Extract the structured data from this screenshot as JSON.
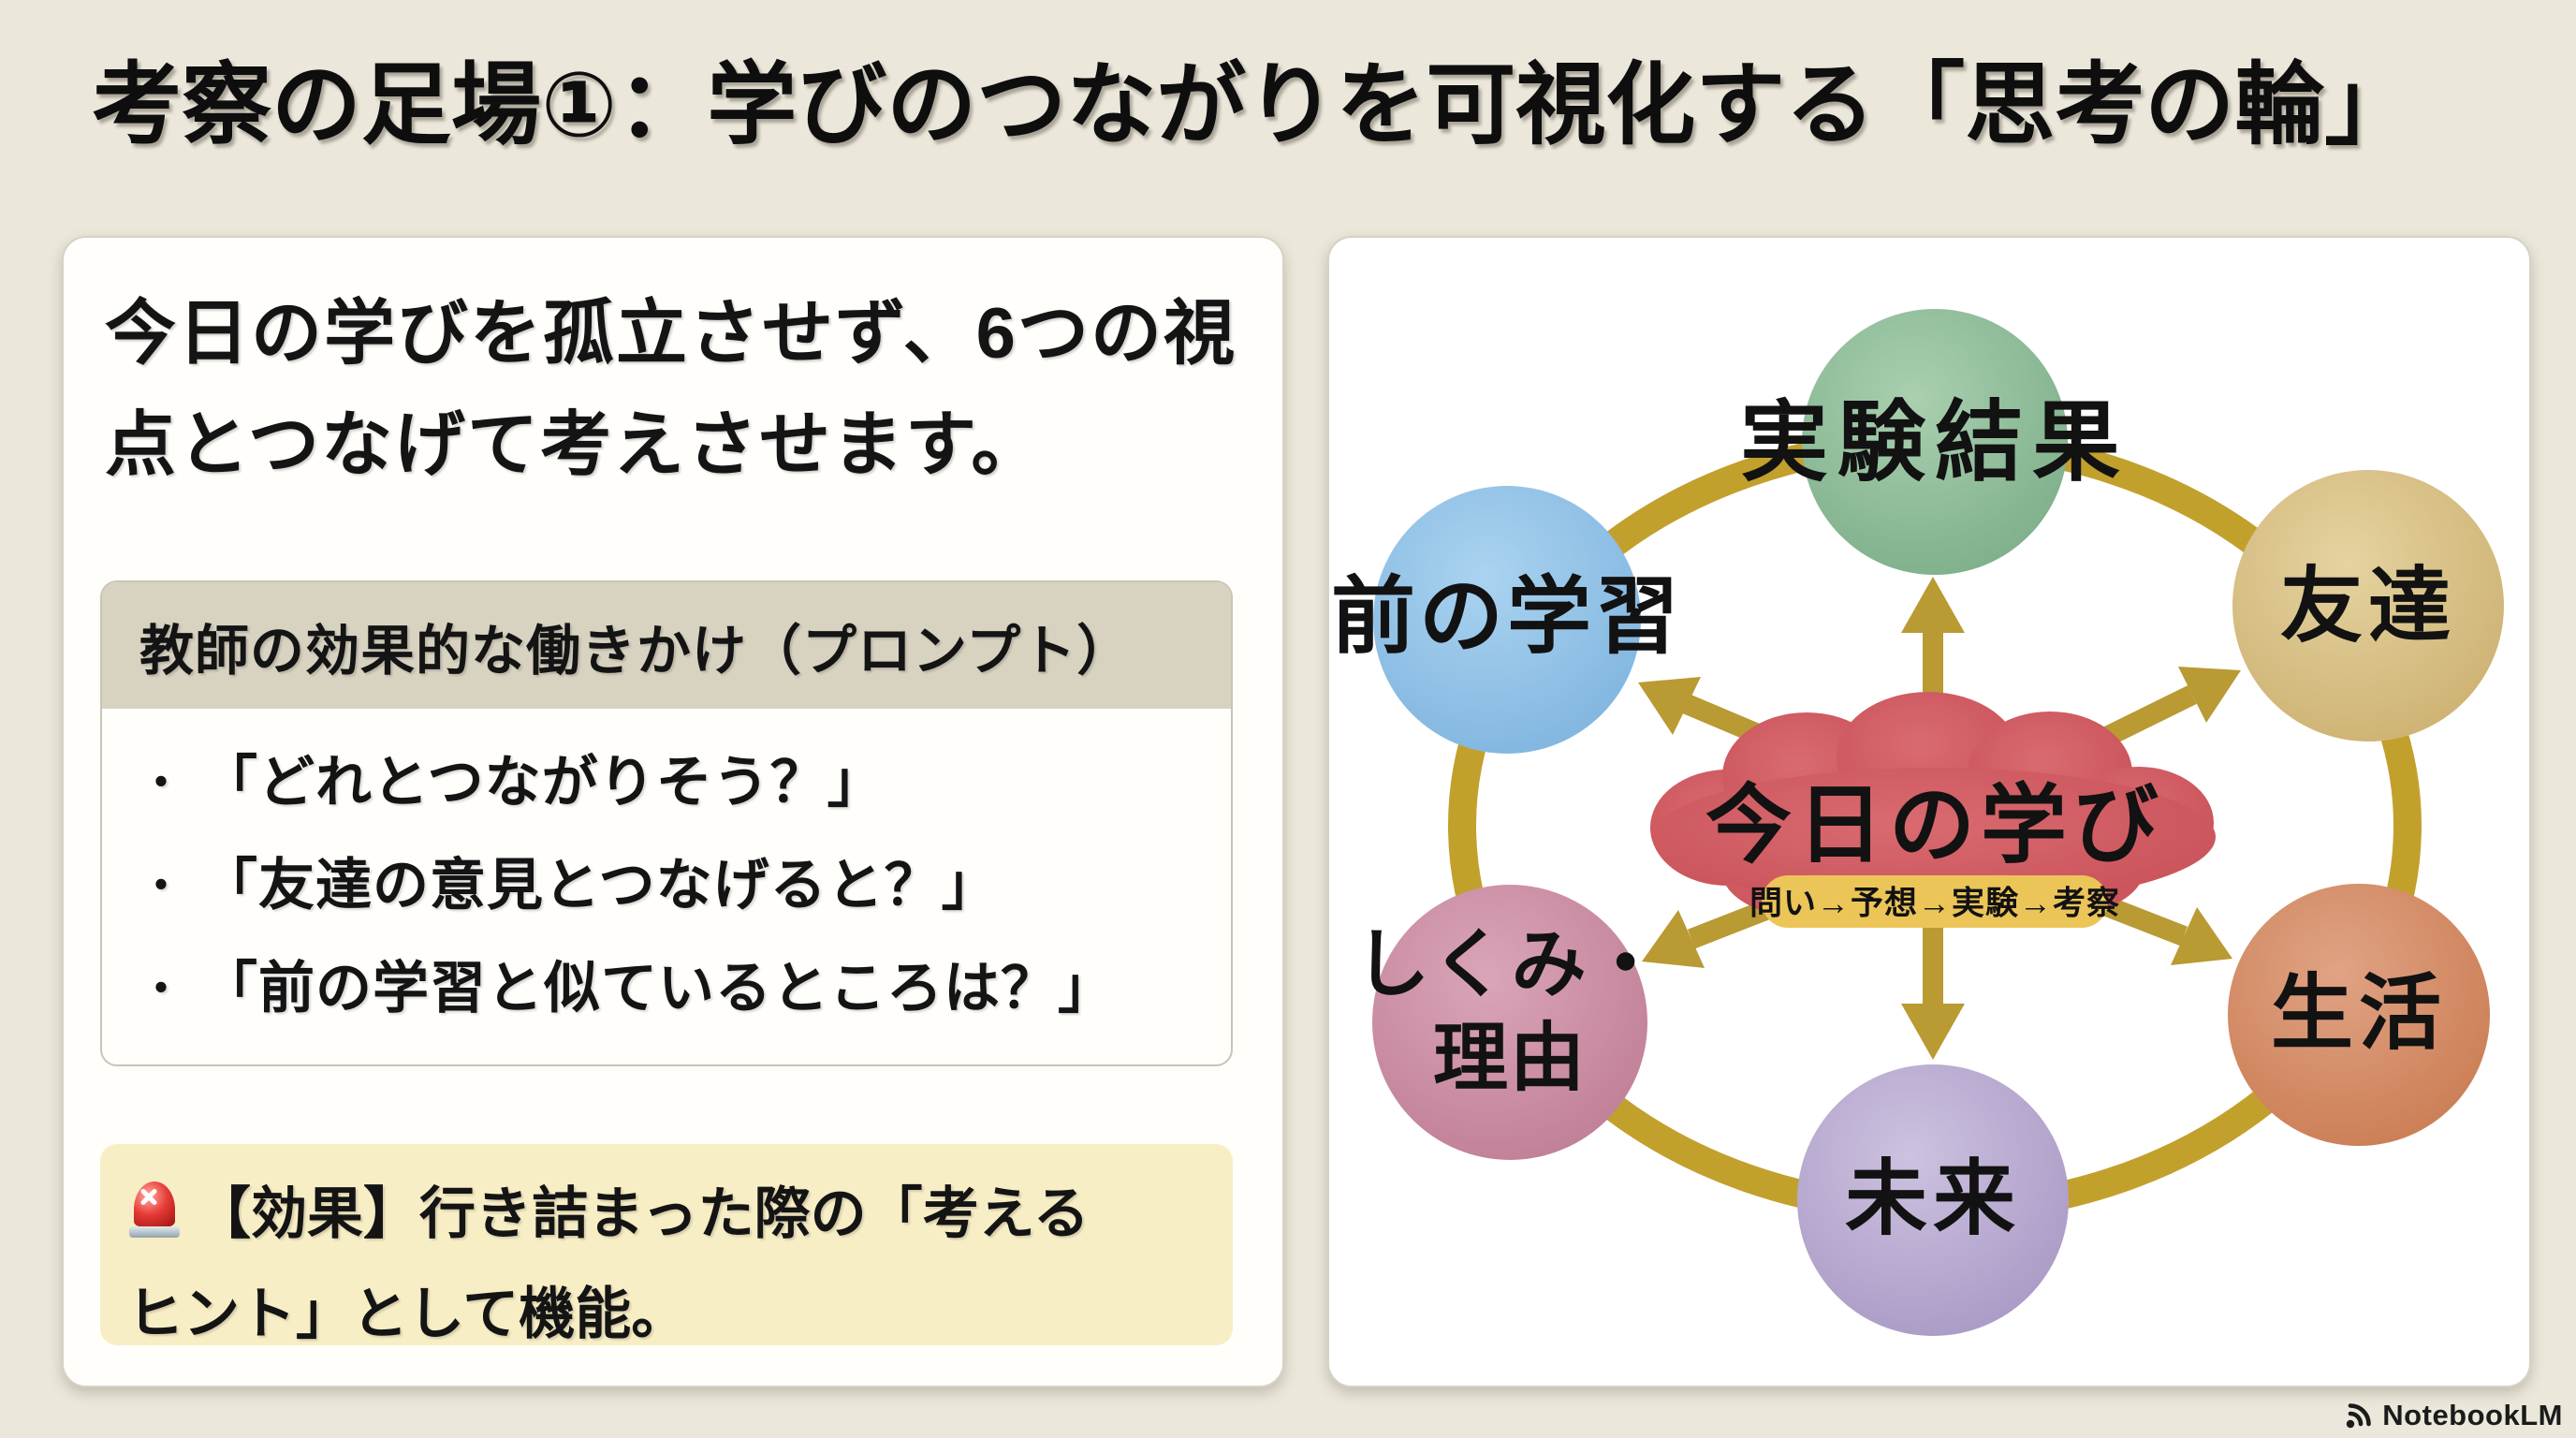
{
  "title": "考察の足場①：学びのつながりを可視化する「思考の輪」",
  "left_panel": {
    "intro": "今日の学びを孤立させず、6つの視点とつなげて考えさせます。",
    "bullet_char": "・",
    "prompt_box": {
      "header": "教師の効果的な働きかけ（プロンプト）",
      "bullets": [
        "「どれとつながりそう？」",
        "「友達の意見とつなげると？」",
        "「前の学習と似ているところは？」"
      ]
    },
    "effect_note": {
      "icon": "siren-icon",
      "text": "【効果】行き詰まった際の「考えるヒント」として機能。",
      "lines": [
        "【効果】行き詰まった際の「考える",
        "ヒント」として機能。"
      ]
    }
  },
  "diagram": {
    "center": {
      "label": "今日の学び",
      "sub_label": "問い→予想→実験→考察",
      "cloud_color": "#d05a60",
      "pill_color": "#ecc558"
    },
    "ring_color": "#c2a02c",
    "arrow_color": "#b99a33",
    "nodes": [
      {
        "position": "top",
        "label": "実験結果",
        "color": "#8aba96"
      },
      {
        "position": "top-left",
        "label": "前の学習",
        "color": "#8fc0e6"
      },
      {
        "position": "top-right",
        "label": "友達",
        "color": "#d6bd7e"
      },
      {
        "position": "bottom-left",
        "label": "しくみ・理由",
        "lines": [
          "しくみ・",
          "理由"
        ],
        "color": "#cb8da4"
      },
      {
        "position": "bottom-right",
        "label": "生活",
        "color": "#d28a62"
      },
      {
        "position": "bottom",
        "label": "未来",
        "color": "#b7a9d0"
      }
    ]
  },
  "footer": {
    "brand": "NotebookLM"
  }
}
